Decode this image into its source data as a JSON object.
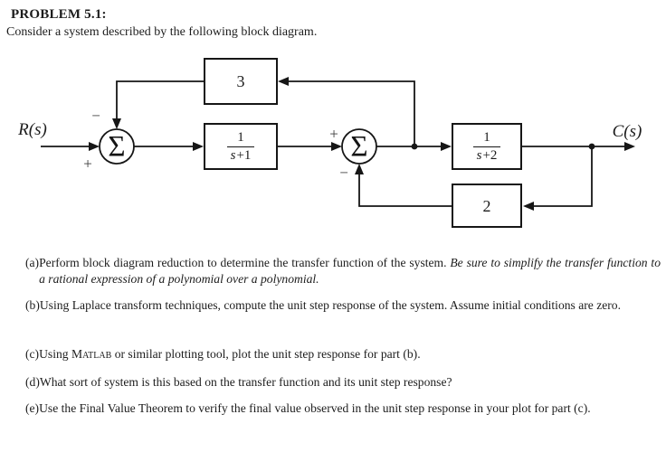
{
  "colors": {
    "ink": "#1c1c1c",
    "background": "#ffffff"
  },
  "header": {
    "title": "PROBLEM 5.1:",
    "intro": "Consider a system described by the following block diagram."
  },
  "diagram": {
    "input_label": "R(s)",
    "output_label": "C(s)",
    "sum1": {
      "symbol": "Σ",
      "sign_top": "−",
      "sign_left": "+"
    },
    "sum2": {
      "symbol": "Σ",
      "sign_left": "+",
      "sign_bottom": "−"
    },
    "blocks": {
      "feedback_top": {
        "label": "3"
      },
      "forward1": {
        "num": "1",
        "den_var": "s",
        "den_rest": "+1"
      },
      "forward2": {
        "num": "1",
        "den_var": "s",
        "den_rest": "+2"
      },
      "feedback_bottom": {
        "label": "2"
      }
    }
  },
  "items": [
    {
      "label": "(a)",
      "text": "Perform block diagram reduction to determine the transfer function of the system. ",
      "italic": "Be sure to simplify the transfer function to a rational expression of a polynomial over a polynomial."
    },
    {
      "label": "(b)",
      "text": "Using Laplace transform techniques, compute the unit step response of the system. Assume initial conditions are zero."
    },
    {
      "label": "(c)",
      "pre": "Using ",
      "smallcaps": "Matlab",
      "post": " or similar plotting tool, plot the unit step response for part (b)."
    },
    {
      "label": "(d)",
      "text": "What sort of system is this based on the transfer function and its unit step response?"
    },
    {
      "label": "(e)",
      "text": "Use the Final Value Theorem to verify the final value observed in the unit step response in your plot for part (c)."
    }
  ]
}
